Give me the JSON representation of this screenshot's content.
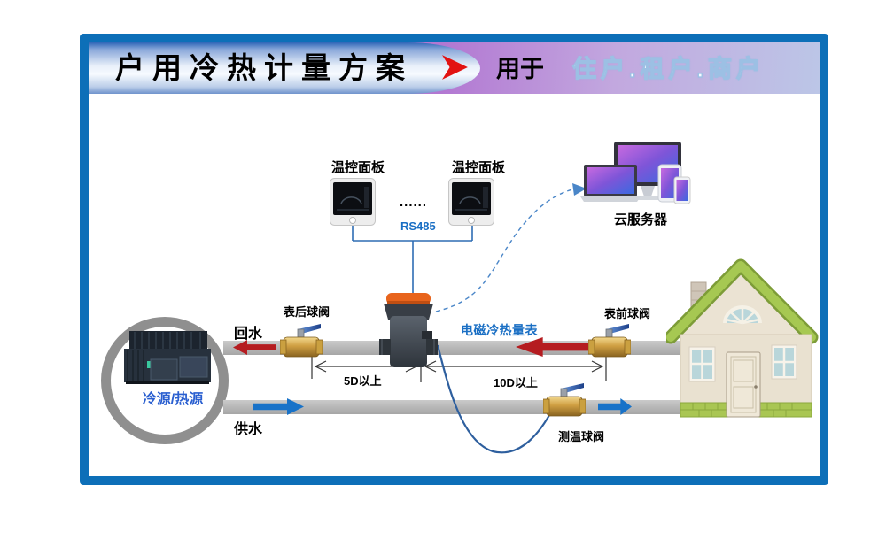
{
  "header": {
    "title": "户用冷热计量方案",
    "for_label": "用于",
    "audience": "住户.租户.商户"
  },
  "source": {
    "label": "冷源/热源"
  },
  "pipes": {
    "return_label": "回水",
    "supply_label": "供水"
  },
  "meter": {
    "label": "电磁冷热量表"
  },
  "valves": {
    "after_meter_label": "表后球阀",
    "before_meter_label": "表前球阀",
    "temp_label": "测温球阀"
  },
  "dimensions": {
    "d5": "5D以上",
    "d10": "10D以上"
  },
  "panels": {
    "items": [
      {
        "label": "温控面板"
      },
      {
        "label": "温控面板"
      }
    ],
    "ellipsis": "......",
    "bus": "RS485"
  },
  "cloud": {
    "label": "云服务器"
  },
  "colors": {
    "frame_blue": "#0d6fb8",
    "accent_blue": "#1a6fc4",
    "flow_red": "#b51c20",
    "flow_blue": "#1872c8",
    "pipe_gray": "#b4b4b4",
    "ring_gray": "#8f8f8f",
    "roof_green": "#a6c852",
    "meter_orange": "#e8641c",
    "header_arrow_red": "#e21212"
  }
}
